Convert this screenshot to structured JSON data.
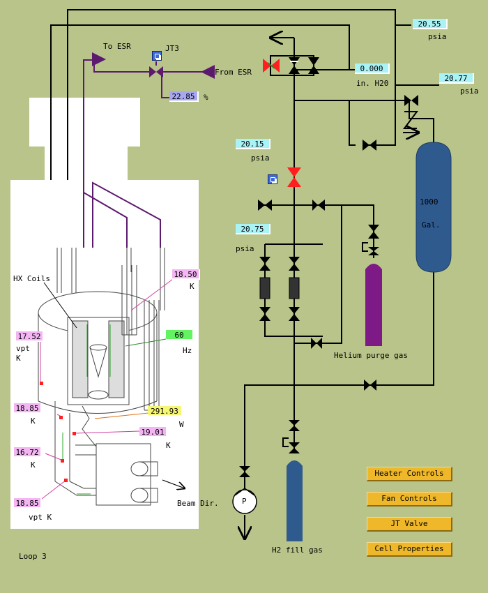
{
  "readings": {
    "p_top": "20.55",
    "p_unit_top": "psia",
    "dp": "0.000",
    "dp_unit": "in. H20",
    "p_tank": "20.77",
    "p_unit_tank": "psia",
    "p_mid": "20.15",
    "p_unit_mid": "psia",
    "p_low": "20.75",
    "p_unit_low": "psia",
    "jt_pct": "22.85",
    "jt_unit": "%",
    "t_1850": "18.50",
    "t_1850_unit": "K",
    "fan_hz": "60",
    "fan_unit": "Hz",
    "t_vpt1": "17.52",
    "t_vpt1_label": "vpt",
    "t_vpt1_unit": "K",
    "t_1885": "18.85",
    "t_1885_unit": "K",
    "heater_w": "291.93",
    "heater_unit": "W",
    "t_1901": "19.01",
    "t_1901_unit": "K",
    "t_1672": "16.72",
    "t_1672_unit": "K",
    "t_vpt2": "18.85",
    "t_vpt2_unit": "vpt K"
  },
  "labels": {
    "to_esr": "To ESR",
    "from_esr": "From ESR",
    "jt3": "JT3",
    "hx_coils": "HX Coils",
    "beam_dir": "Beam Dir.",
    "tank_volume": "1000",
    "tank_unit": "Gal.",
    "helium_purge": "Helium purge gas",
    "h2_fill": "H2 fill gas",
    "loop": "Loop 3",
    "pump": "P"
  },
  "buttons": {
    "heater": "Heater Controls",
    "fan": "Fan Controls",
    "jt": "JT Valve",
    "cell": "Cell Properties"
  },
  "colors": {
    "background": "#b8c48a",
    "process_line": "#5c1a6e",
    "tank_blue": "#2f5a8e",
    "purge_bottle": "#7d1a86",
    "open_valve": "#000000",
    "actuated_valve": "#ff1f1f"
  }
}
